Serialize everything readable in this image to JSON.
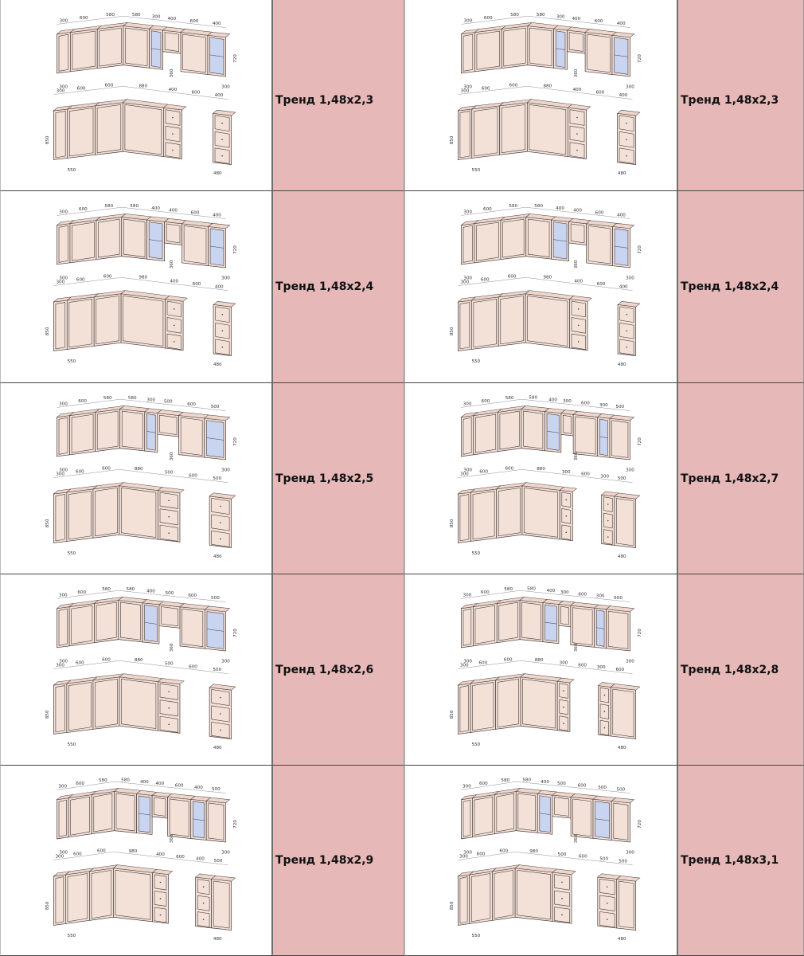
{
  "colors": {
    "label_bg": "#e6b8b7",
    "cabinet": "#f3e1d7",
    "glass": "#c9d4f0",
    "line": "#4a4040"
  },
  "cells": [
    {
      "label": "Тренд 1,48x2,3",
      "upper": [
        300,
        600,
        580,
        580,
        300,
        400,
        600,
        400
      ],
      "lower": [
        300,
        600,
        600,
        880,
        400,
        600,
        400
      ],
      "side": {
        "upper_height": "720",
        "hood_height": "360",
        "lower_height": "850",
        "upper_left_depth": "300",
        "upper_right_depth": "300",
        "lower_left_depth": "550",
        "lower_right_depth": "480"
      }
    },
    {
      "label": "Тренд 1,48x2,3",
      "upper": [
        300,
        600,
        580,
        580,
        300,
        400,
        600,
        400
      ],
      "lower": [
        300,
        600,
        600,
        880,
        400,
        600,
        400
      ],
      "side": {
        "upper_height": "720",
        "hood_height": "360",
        "lower_height": "850",
        "upper_left_depth": "300",
        "upper_right_depth": "300",
        "lower_left_depth": "550",
        "lower_right_depth": "480"
      }
    },
    {
      "label": "Тренд 1,48x2,4",
      "upper": [
        300,
        600,
        580,
        580,
        400,
        400,
        600,
        400
      ],
      "lower": [
        300,
        600,
        600,
        980,
        400,
        600,
        400
      ],
      "side": {
        "upper_height": "720",
        "hood_height": "360",
        "lower_height": "850",
        "upper_left_depth": "300",
        "upper_right_depth": "300",
        "lower_left_depth": "550",
        "lower_right_depth": "480"
      }
    },
    {
      "label": "Тренд 1,48x2,4",
      "upper": [
        300,
        600,
        580,
        580,
        400,
        400,
        600,
        400
      ],
      "lower": [
        300,
        600,
        600,
        980,
        400,
        600,
        400
      ],
      "side": {
        "upper_height": "720",
        "hood_height": "360",
        "lower_height": "850",
        "upper_left_depth": "300",
        "upper_right_depth": "300",
        "lower_left_depth": "550",
        "lower_right_depth": "480"
      }
    },
    {
      "label": "Тренд 1,48x2,5",
      "upper": [
        300,
        600,
        580,
        580,
        300,
        500,
        600,
        500
      ],
      "lower": [
        300,
        600,
        600,
        880,
        500,
        600,
        500
      ],
      "side": {
        "upper_height": "720",
        "hood_height": "360",
        "lower_height": "850",
        "upper_left_depth": "300",
        "upper_right_depth": "300",
        "lower_left_depth": "550",
        "lower_right_depth": "480"
      }
    },
    {
      "label": "Тренд 1,48x2,7",
      "upper": [
        300,
        600,
        580,
        580,
        400,
        300,
        600,
        300,
        500
      ],
      "lower": [
        300,
        600,
        600,
        880,
        300,
        600,
        300,
        500
      ],
      "side": {
        "upper_height": "720",
        "hood_height": "360",
        "lower_height": "850",
        "upper_left_depth": "300",
        "upper_right_depth": "300",
        "lower_left_depth": "550",
        "lower_right_depth": "480"
      }
    },
    {
      "label": "Тренд 1,48x2,6",
      "upper": [
        300,
        600,
        580,
        580,
        400,
        500,
        600,
        500
      ],
      "lower": [
        300,
        600,
        600,
        880,
        500,
        600,
        500
      ],
      "side": {
        "upper_height": "720",
        "hood_height": "360",
        "lower_height": "850",
        "upper_left_depth": "300",
        "upper_right_depth": "300",
        "lower_left_depth": "550",
        "lower_right_depth": "480"
      }
    },
    {
      "label": "Тренд 1,48x2,8",
      "upper": [
        300,
        600,
        580,
        580,
        400,
        300,
        600,
        300,
        600
      ],
      "lower": [
        300,
        600,
        600,
        880,
        300,
        600,
        300,
        600
      ],
      "side": {
        "upper_height": "720",
        "hood_height": "360",
        "lower_height": "850",
        "upper_left_depth": "300",
        "upper_right_depth": "300",
        "lower_left_depth": "550",
        "lower_right_depth": "480"
      }
    },
    {
      "label": "Тренд 1,48x2,9",
      "upper": [
        300,
        600,
        580,
        580,
        400,
        400,
        600,
        400,
        500
      ],
      "lower": [
        300,
        600,
        600,
        980,
        400,
        600,
        400,
        500
      ],
      "side": {
        "upper_height": "720",
        "hood_height": "360",
        "lower_height": "850",
        "upper_left_depth": "300",
        "upper_right_depth": "300",
        "lower_left_depth": "550",
        "lower_right_depth": "480"
      }
    },
    {
      "label": "Тренд 1,48x3,1",
      "upper": [
        300,
        600,
        580,
        580,
        400,
        500,
        600,
        500,
        500
      ],
      "lower": [
        300,
        600,
        600,
        980,
        500,
        600,
        500,
        500
      ],
      "side": {
        "upper_height": "720",
        "hood_height": "360",
        "lower_height": "850",
        "upper_left_depth": "300",
        "upper_right_depth": "300",
        "lower_left_depth": "550",
        "lower_right_depth": "480"
      }
    }
  ]
}
